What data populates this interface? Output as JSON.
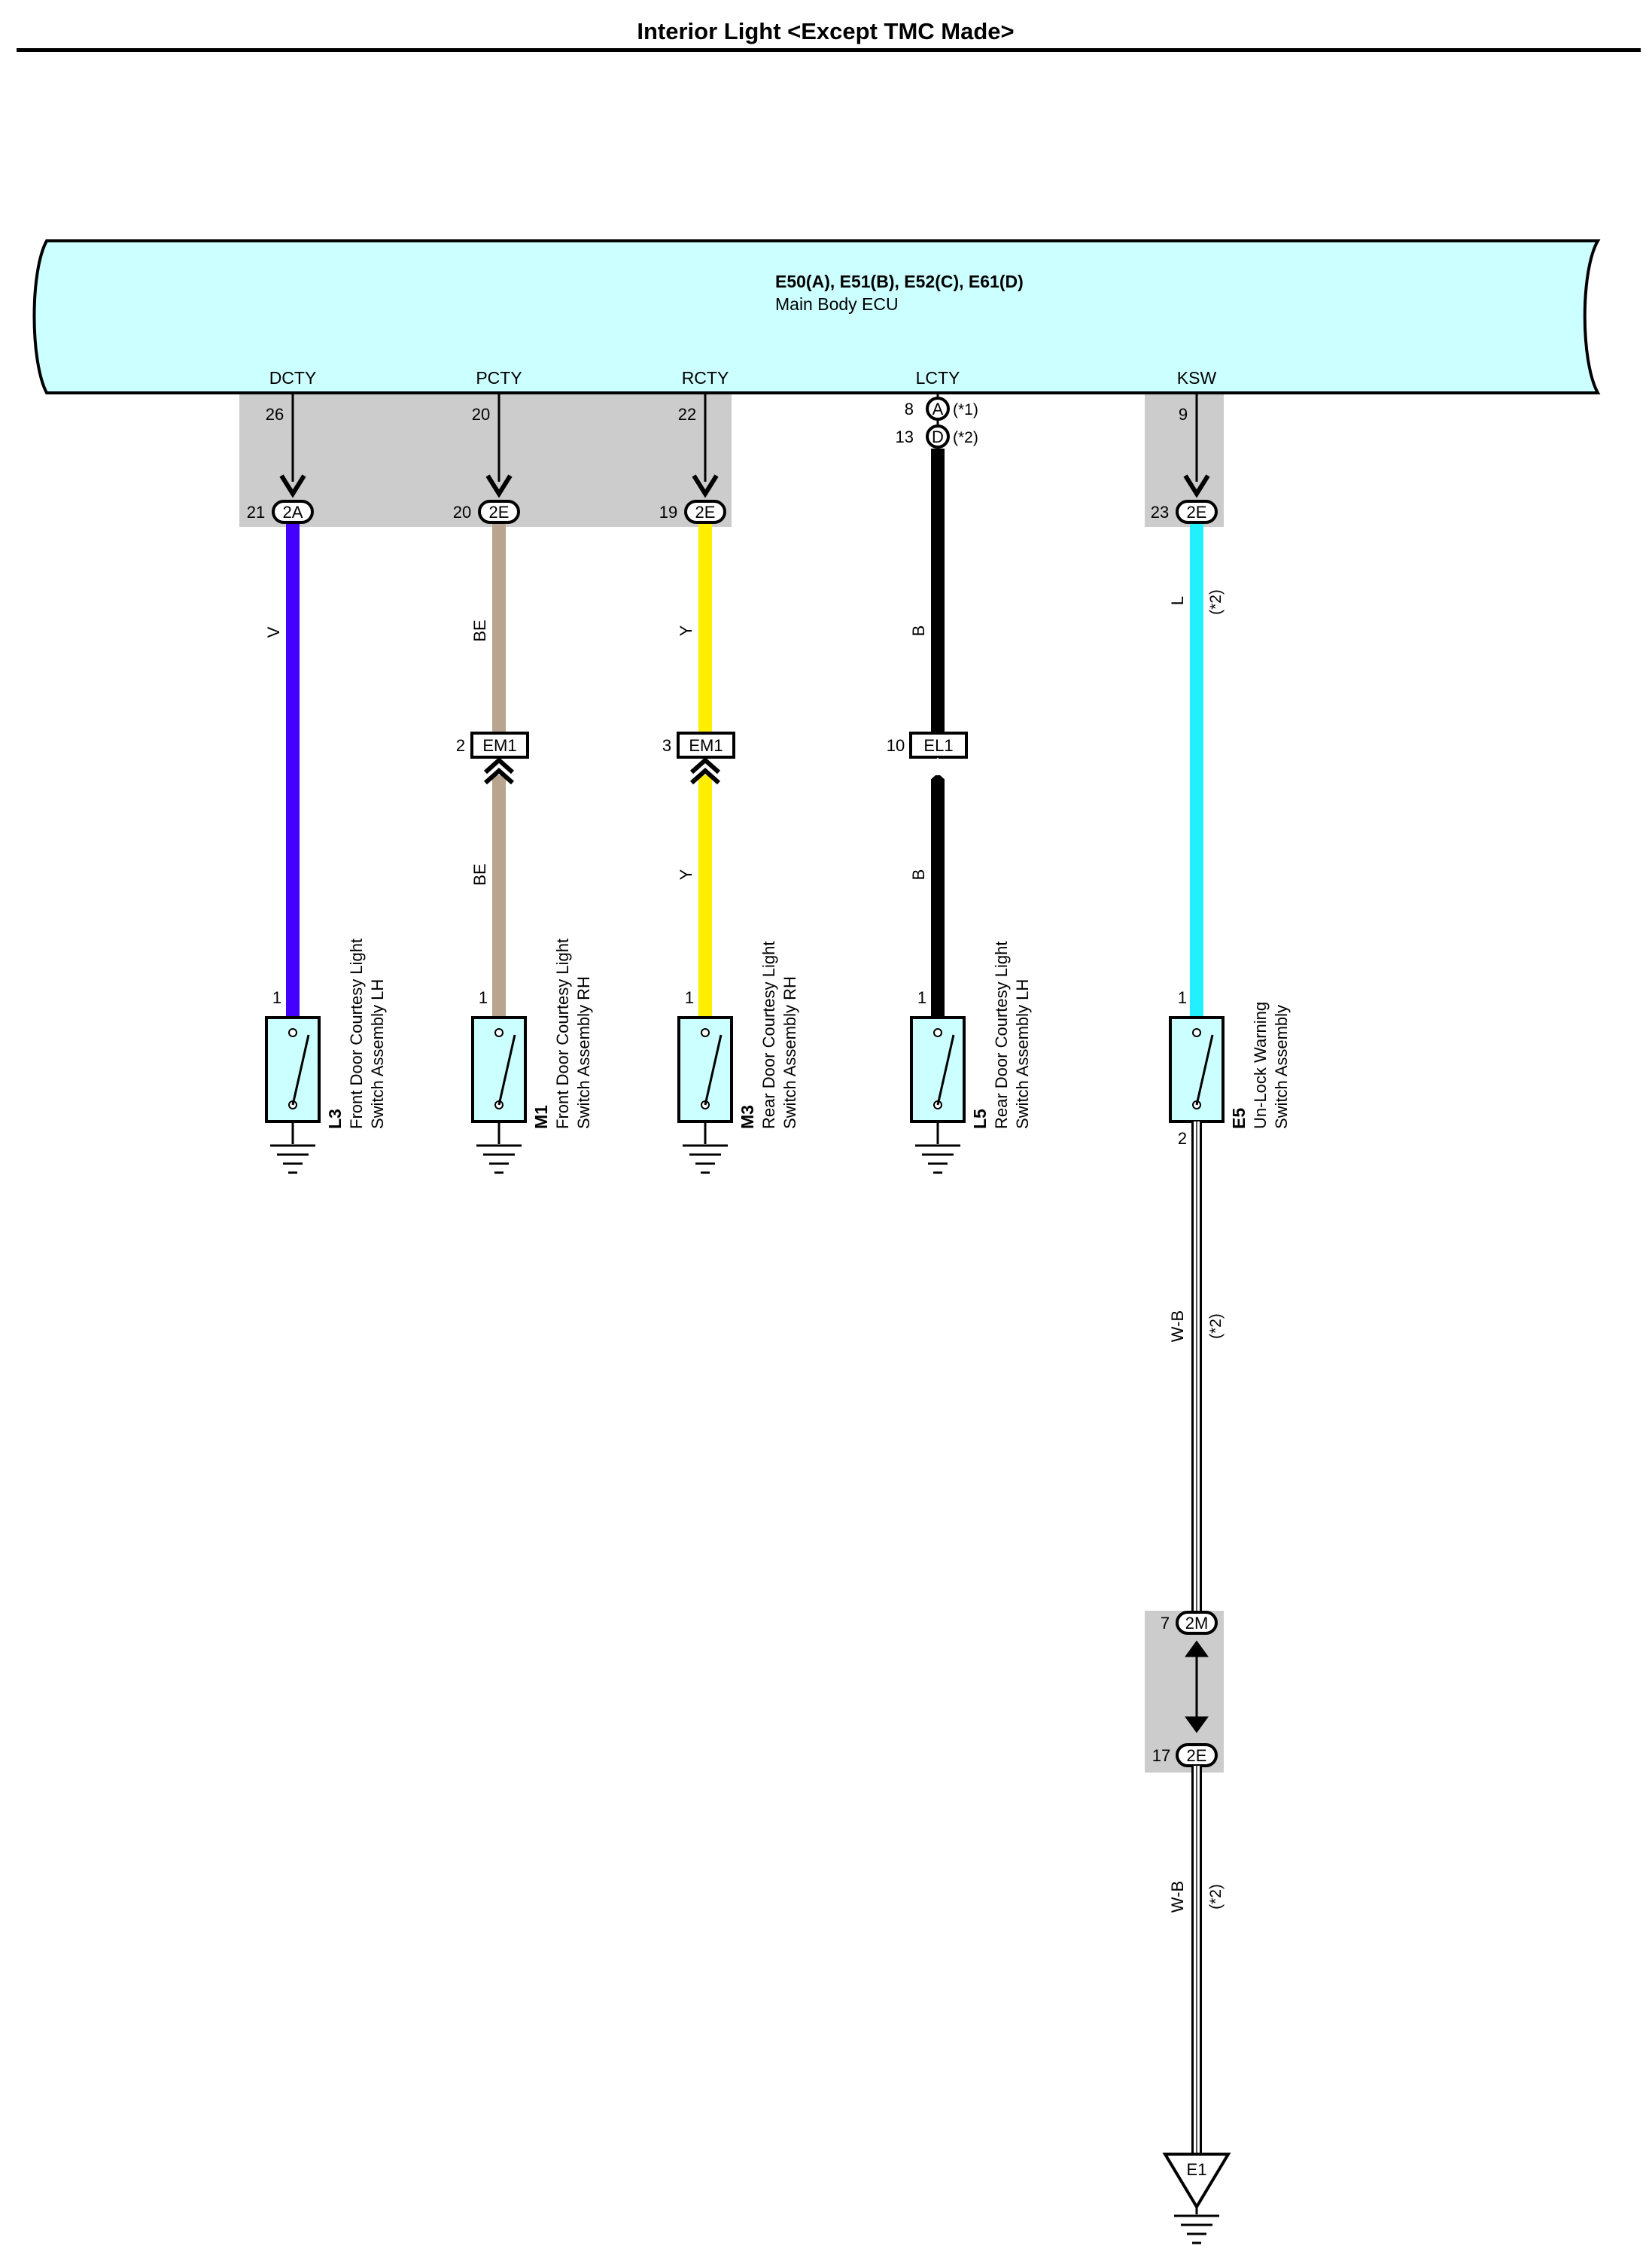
{
  "title": "Interior Light <Except TMC Made>",
  "ecu": {
    "id": "E50(A), E51(B), E52(C), E61(D)",
    "name": "Main Body ECU",
    "fill": "#ccffff"
  },
  "pins": {
    "dcty": "DCTY",
    "pcty": "PCTY",
    "rcty": "RCTY",
    "lcty": "LCTY",
    "ksw": "KSW"
  },
  "circuits": [
    {
      "pin": "DCTY",
      "ecu_pin": "26",
      "junction_pin": "21",
      "junction": "2A",
      "wire_color": "V",
      "hex": "#4400ff",
      "switch_pin": "1",
      "device_id": "L3",
      "device_name": [
        "Front Door Courtesy Light",
        "Switch Assembly LH"
      ]
    },
    {
      "pin": "PCTY",
      "ecu_pin": "20",
      "junction_pin": "20",
      "junction": "2E",
      "wire_color": "BE",
      "hex": "#b9a490",
      "inline_pin": "2",
      "inline_connector": "EM1",
      "switch_pin": "1",
      "device_id": "M1",
      "device_name": [
        "Front Door Courtesy Light",
        "Switch Assembly RH"
      ]
    },
    {
      "pin": "RCTY",
      "ecu_pin": "22",
      "junction_pin": "19",
      "junction": "2E",
      "wire_color": "Y",
      "hex": "#ffee00",
      "inline_pin": "3",
      "inline_connector": "EM1",
      "switch_pin": "1",
      "device_id": "M3",
      "device_name": [
        "Rear Door Courtesy Light",
        "Switch Assembly RH"
      ]
    },
    {
      "pin": "LCTY",
      "ecu_pins": [
        {
          "pin": "8",
          "connector": "A",
          "note": "(*1)"
        },
        {
          "pin": "13",
          "connector": "D",
          "note": "(*2)"
        }
      ],
      "wire_color": "B",
      "hex": "#000000",
      "inline_pin": "10",
      "inline_connector": "EL1",
      "switch_pin": "1",
      "device_id": "L5",
      "device_name": [
        "Rear Door Courtesy Light",
        "Switch Assembly LH"
      ]
    },
    {
      "pin": "KSW",
      "ecu_pin": "9",
      "junction_pin": "23",
      "junction": "2E",
      "wire_color": "L",
      "hex": "#22f0ff",
      "note": "(*2)",
      "switch_pin": "1",
      "switch_pin_out": "2",
      "device_id": "E5",
      "device_name": [
        "Un-Lock Warning",
        "Switch Assembly"
      ],
      "ground_wire_color": "W-B",
      "ground_wire_note": "(*2)",
      "junction2_pin_top": "7",
      "junction2_top": "2M",
      "junction2_pin_bottom": "17",
      "junction2_bottom": "2E",
      "ground_point": "E1"
    }
  ]
}
